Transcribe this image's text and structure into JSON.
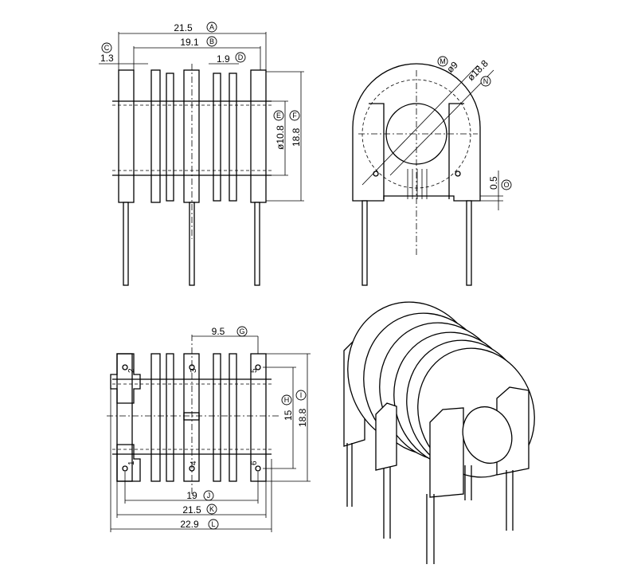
{
  "dimensions": {
    "A": {
      "value": "21.5",
      "marker": "A"
    },
    "B": {
      "value": "19.1",
      "marker": "B"
    },
    "C": {
      "value": "1.3",
      "marker": "C"
    },
    "D": {
      "value": "1.9",
      "marker": "D"
    },
    "E": {
      "value": "ø10.8",
      "marker": "E"
    },
    "F": {
      "value": "18.8",
      "marker": "F"
    },
    "M": {
      "value": "ø9",
      "marker": "M"
    },
    "N": {
      "value": "ø18.8",
      "marker": "N"
    },
    "O": {
      "value": "0.5",
      "marker": "O"
    },
    "G": {
      "value": "9.5",
      "marker": "G"
    },
    "H": {
      "value": "15",
      "marker": "H"
    },
    "I": {
      "value": "18.8",
      "marker": "I"
    },
    "J": {
      "value": "19",
      "marker": "J"
    },
    "K": {
      "value": "21.5",
      "marker": "K"
    },
    "L": {
      "value": "22.9",
      "marker": "L"
    }
  },
  "pins": [
    "1",
    "2",
    "3",
    "4",
    "5",
    "6"
  ]
}
